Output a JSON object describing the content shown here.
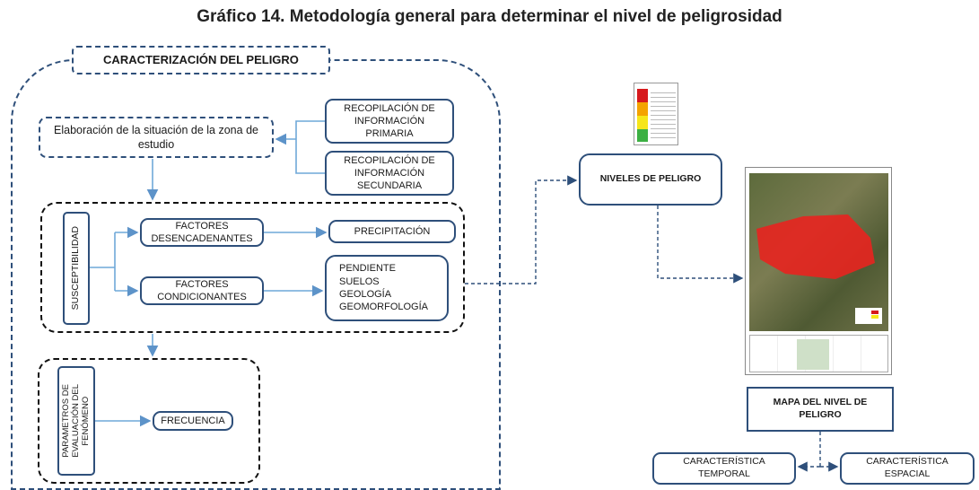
{
  "title": "Gráfico  14. Metodología general para determinar el nivel de peligrosidad",
  "header": "CARACTERIZACIÓN DEL PELIGRO",
  "nodes": {
    "situacion": "Elaboración de la situación de la zona de estudio",
    "primaria": "RECOPILACIÓN DE\nINFORMACIÓN\nPRIMARIA",
    "secundaria": "RECOPILACIÓN DE\nINFORMACIÓN\nSECUNDARIA",
    "susceptibilidad": "SUSCEPTIBILIDAD",
    "desencadenantes": "FACTORES\nDESENCADENANTES",
    "condicionantes": "FACTORES\nCONDICIONANTES",
    "precipitacion": "PRECIPITACIÓN",
    "condicionantes_list": "PENDIENTE\nSUELOS\nGEOLOGÍA\nGEOMORFOLOGÍA",
    "parametros": "PARAMETROS DE\nEVALUACIÓN DEL\nFENÓMENO",
    "frecuencia": "FRECUENCIA",
    "niveles": "NIVELES DE PELIGRO",
    "mapa": "MAPA DEL NIVEL DE\nPELIGRO",
    "temporal": "CARACTERÍSTICA\nTEMPORAL",
    "espacial": "CARACTERÍSTICA\nESPACIAL"
  },
  "colors": {
    "box_border": "#2e4f7a",
    "connector": "#6fa8d8",
    "level_very_high": "#d7191c",
    "level_high": "#f4a300",
    "level_medium": "#f6e61a",
    "level_low": "#3cb043",
    "map_hazard": "#e8241f"
  }
}
